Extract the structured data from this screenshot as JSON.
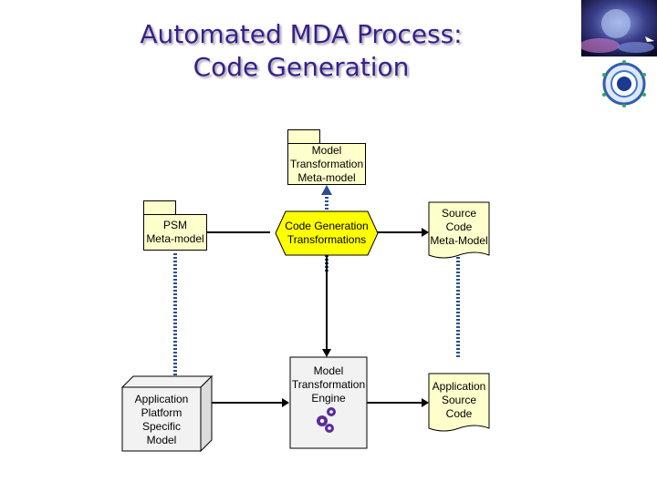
{
  "title": {
    "line1": "Automated MDA Process:",
    "line2": "Code Generation"
  },
  "nodes": {
    "mt_metamodel": "Model\nTransformation\nMeta-model",
    "psm_metamodel": "PSM\nMeta-model",
    "codegen_transform": "Code Generation\nTransformations",
    "source_metamodel": "Source\nCode\nMeta-Model",
    "app_platform_model": "Application\nPlatform\nSpecific\nModel",
    "mt_engine": "Model\nTransformation\nEngine",
    "app_source_code": "Application\nSource\nCode"
  },
  "colors": {
    "node_fill": "#ffffcc",
    "hexagon_fill": "#ffff00",
    "box_fill": "#f2f2f2",
    "dotted_line": "#2a4f8c",
    "title_color": "#3a1f8c",
    "gear_color": "#5a2d9b"
  }
}
